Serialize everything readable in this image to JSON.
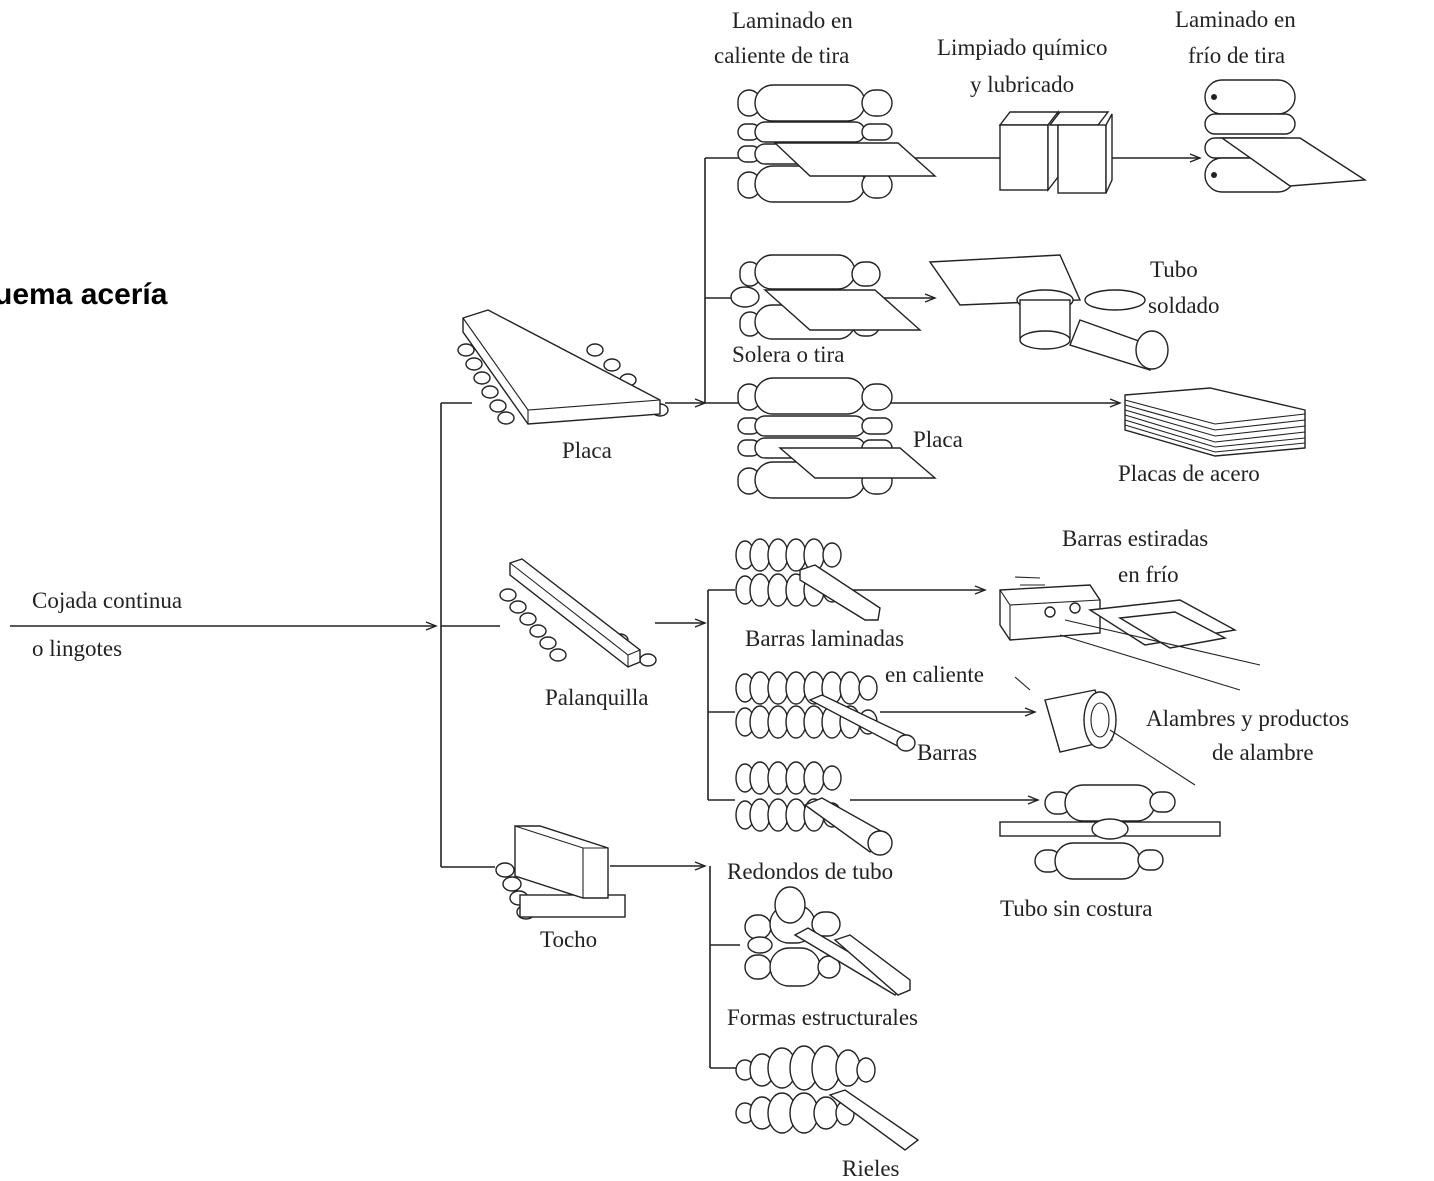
{
  "title": "uema acería",
  "labels": {
    "input_line1": "Cojada continua",
    "input_line2": "o lingotes",
    "placa": "Placa",
    "palanquilla": "Palanquilla",
    "tocho": "Tocho",
    "hot_strip_l1": "Laminado en",
    "hot_strip_l2": "caliente de tira",
    "pickling_l1": "Limpiado químico",
    "pickling_l2": "y lubricado",
    "cold_strip_l1": "Laminado en",
    "cold_strip_l2": "frío de tira",
    "tube_l1": "Tubo",
    "tube_l2": "soldado",
    "solera": "Solera o tira",
    "placa_mill": "Placa",
    "steel_plates": "Placas de acero",
    "cold_bars_l1": "Barras estiradas",
    "cold_bars_l2": "en frío",
    "hot_bars_l1": "Barras laminadas",
    "hot_bars_l2": "en caliente",
    "wire_l1": "Alambres y productos",
    "wire_l2": "de alambre",
    "barras": "Barras",
    "tube_rounds": "Redondos de tubo",
    "seamless": "Tubo sin costura",
    "structural": "Formas estructurales",
    "rails": "Rieles"
  },
  "icons": {
    "hot_strip_mill": "rolling-mill-icon",
    "pickling_tanks": "tanks-icon",
    "cold_strip_mill": "rolling-mill-icon",
    "welded_tube": "tube-forming-icon",
    "plate_stack": "plate-stack-icon",
    "wire_drawing": "die-icon",
    "seamless_piercer": "piercer-icon"
  }
}
